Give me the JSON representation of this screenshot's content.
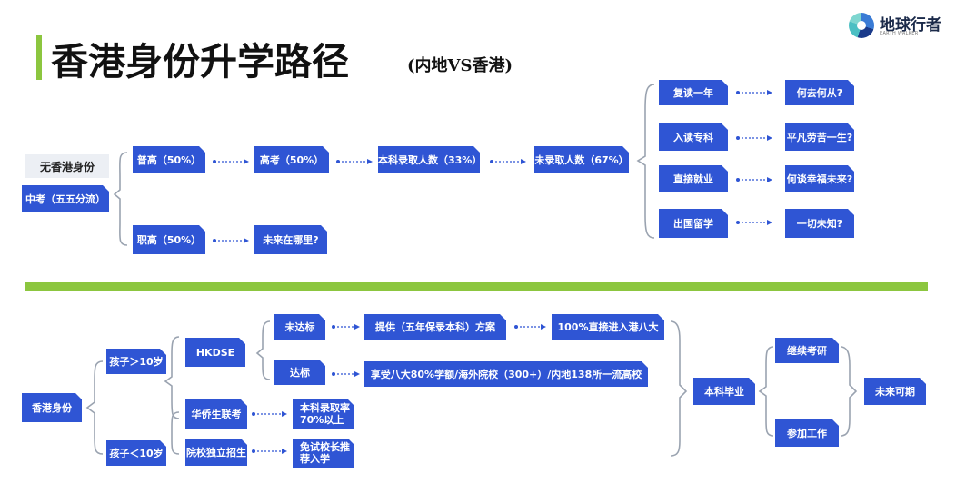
{
  "header": {
    "title": "香港身份升学路径",
    "subtitle": "(内地VS香港)",
    "logo_text": "地球行者",
    "logo_sub": "EARTH WALKER"
  },
  "top": {
    "label": "无香港身份",
    "start": "中考（五五分流）",
    "pugao": "普高（50%）",
    "gaokao": "高考（50%）",
    "benke": "本科录取人数（33%）",
    "weilu": "未录取人数（67%）",
    "zhigao": "职高（50%）",
    "weilai": "未来在哪里?",
    "options": [
      {
        "label": "复读一年",
        "result": "何去何从?"
      },
      {
        "label": "入读专科",
        "result": "平凡劳苦一生?"
      },
      {
        "label": "直接就业",
        "result": "何谈幸福未来?"
      },
      {
        "label": "出国留学",
        "result": "一切未知?"
      }
    ]
  },
  "bottom": {
    "start": "香港身份",
    "over10": "孩子＞10岁",
    "under10": "孩子＜10岁",
    "hkdse": "HKDSE",
    "weidabiao": "未达标",
    "dabiao": "达标",
    "tigong": "提供（五年保录本科）方案",
    "direct": "100%直接进入港八大",
    "enjoy": "享受八大80%学额/海外院校（300+）/内地138所一流高校",
    "huaqiao": "华侨生联考",
    "huaqiao_result": "本科录取率70%以上",
    "yuanxiao": "院校独立招生",
    "yuanxiao_result": "免试校长推荐入学",
    "graduate": "本科毕业",
    "kaoyan": "继续考研",
    "work": "参加工作",
    "future": "未来可期"
  },
  "colors": {
    "box": "#2f55d4",
    "accent": "#8cc63f",
    "bracket": "#9aa3b0",
    "dotted": "#2f55d4"
  }
}
